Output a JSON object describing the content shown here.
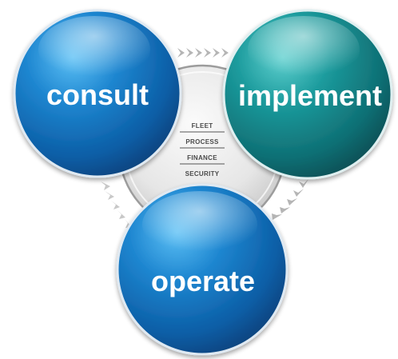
{
  "spheres": {
    "consult": {
      "label": "consult",
      "color": "#1f77c4"
    },
    "implement": {
      "label": "implement",
      "color": "#1f8a8c"
    },
    "operate": {
      "label": "operate",
      "color": "#1a6fbf"
    }
  },
  "hub": {
    "items": [
      "FLEET",
      "PROCESS",
      "FINANCE",
      "SECURITY"
    ]
  },
  "colors": {
    "arrow": "#b9b9b9",
    "hub_ring": "#a8a8a8",
    "hub_fill": "#e9e9e9"
  }
}
